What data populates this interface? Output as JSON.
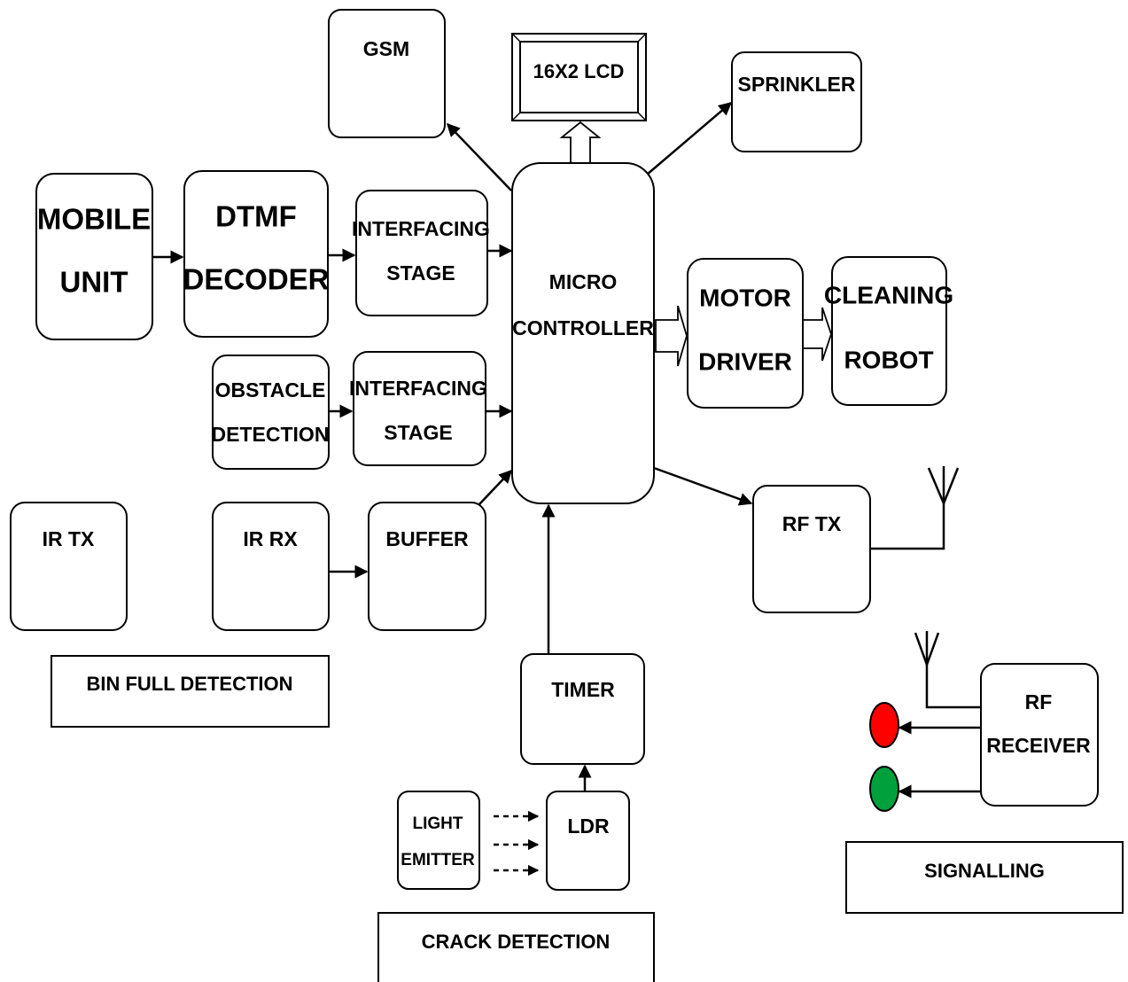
{
  "blocks": {
    "gsm": "GSM",
    "lcd": "16X2 LCD",
    "sprinkler": "SPRINKLER",
    "mobile_unit": [
      "MOBILE",
      "UNIT"
    ],
    "dtmf_decoder": [
      "DTMF",
      "DECODER"
    ],
    "interfacing_stage_1": [
      "INTERFACING",
      "STAGE"
    ],
    "microcontroller": [
      "MICRO",
      "CONTROLLER"
    ],
    "motor_driver": [
      "MOTOR",
      "DRIVER"
    ],
    "cleaning_robot": [
      "CLEANING",
      "ROBOT"
    ],
    "obstacle_detection": [
      "OBSTACLE",
      "DETECTION"
    ],
    "interfacing_stage_2": [
      "INTERFACING",
      "STAGE"
    ],
    "ir_tx": "IR TX",
    "ir_rx": "IR RX",
    "buffer": "BUFFER",
    "rf_tx": "RF TX",
    "timer": "TIMER",
    "light_emitter": [
      "LIGHT",
      "EMITTER"
    ],
    "ldr": "LDR",
    "rf_receiver": [
      "RF",
      "RECEIVER"
    ]
  },
  "section_labels": {
    "bin_full_detection": "BIN FULL DETECTION",
    "crack_detection": "CRACK DETECTION",
    "signalling": "SIGNALLING"
  },
  "indicators": {
    "red": "#ff0000",
    "green": "#00a03c"
  }
}
